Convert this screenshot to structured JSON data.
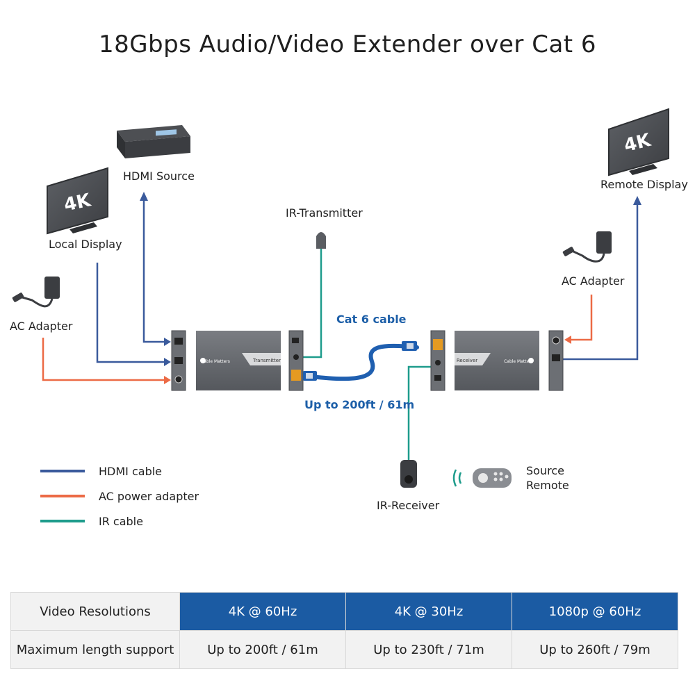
{
  "title": "18Gbps Audio/Video Extender over Cat 6",
  "labels": {
    "hdmi_source": "HDMI Source",
    "local_display": "Local Display",
    "ac_adapter_left": "AC Adapter",
    "ir_transmitter": "IR-Transmitter",
    "cat6_cable": "Cat 6 cable",
    "distance": "Up to 200ft / 61m",
    "remote_display": "Remote Display",
    "ac_adapter_right": "AC Adapter",
    "ir_receiver": "IR-Receiver",
    "source_remote_line1": "Source",
    "source_remote_line2": "Remote",
    "tv_badge_left": "4K",
    "tv_badge_right": "4K",
    "transmitter_unit": "Transmitter",
    "receiver_unit": "Receiver",
    "brand": "Cable Matters"
  },
  "colors": {
    "hdmi": "#3a5a9c",
    "power": "#ec6a45",
    "ir": "#1e9c8c",
    "cat6": "#1f5fb0",
    "table_header": "#1b5ba3"
  },
  "legend": [
    {
      "label": "HDMI cable",
      "color": "#3a5a9c"
    },
    {
      "label": "AC power adapter",
      "color": "#ec6a45"
    },
    {
      "label": "IR cable",
      "color": "#1e9c8c"
    }
  ],
  "table": {
    "header": [
      "Video Resolutions",
      "4K @ 60Hz",
      "4K @ 30Hz",
      "1080p @ 60Hz"
    ],
    "row": [
      "Maximum length support",
      "Up to 200ft / 61m",
      "Up to 230ft / 71m",
      "Up to 260ft / 79m"
    ]
  }
}
